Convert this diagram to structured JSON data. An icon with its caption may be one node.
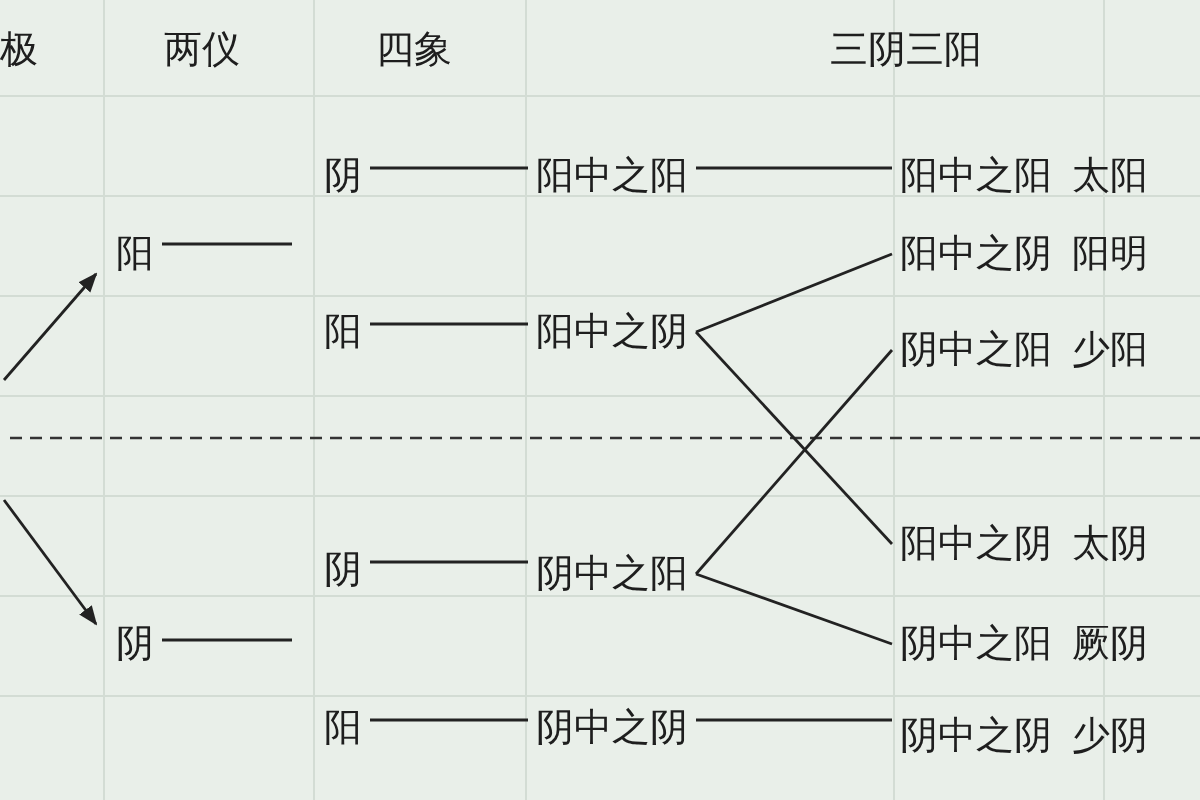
{
  "diagram": {
    "nodes": [
      {
        "text": [
          "阳"
        ]
      },
      {
        "text": [
          "阴"
        ]
      },
      {
        "text": [
          "阳中之阳"
        ]
      },
      {
        "text": [
          "阳中之阳"
        ],
        "beside": [
          "太阳"
        ]
      },
      {
        "text": [
          "阳中之阴"
        ],
        "beside": [
          "阳明"
        ]
      },
      {
        "text": [
          "阳"
        ]
      },
      {
        "text": [
          "阳中之阴"
        ]
      },
      {
        "text": [
          "阴中之阳"
        ],
        "beside": [
          "少阳"
        ]
      },
      {
        "text": [
          "阳中之阴"
        ],
        "beside": [
          "太阴"
        ]
      },
      {
        "text": [
          "阴"
        ]
      },
      {
        "text": [
          "阴"
        ]
      },
      {
        "text": [
          "阴中之阳"
        ]
      },
      {
        "text": [
          "阴中之阳"
        ],
        "beside": [
          "厥阴"
        ]
      },
      {
        "text": [
          "阳"
        ]
      },
      {
        "text": [
          "阴中之阴"
        ]
      },
      {
        "text": [
          "阴中之阴"
        ],
        "beside": [
          "少阴"
        ]
      }
    ],
    "edges": [
      {
        "from": null,
        "to": 0,
        "arrow": "to"
      },
      {
        "from": null,
        "to": 9,
        "arrow": "to"
      },
      {
        "from": 0,
        "to": null,
        "arrow": "none"
      },
      {
        "from": 9,
        "to": null,
        "arrow": "none"
      },
      {
        "from": 1,
        "to": 2,
        "arrow": "none"
      },
      {
        "from": 5,
        "to": 6,
        "arrow": "none"
      },
      {
        "from": 10,
        "to": 11,
        "arrow": "none"
      },
      {
        "from": 13,
        "to": 14,
        "arrow": "none"
      },
      {
        "from": 2,
        "to": 3,
        "arrow": "none"
      },
      {
        "from": 6,
        "to": 4,
        "arrow": "none"
      },
      {
        "from": 6,
        "to": 8,
        "arrow": "none"
      },
      {
        "from": 11,
        "to": 7,
        "arrow": "none"
      },
      {
        "from": 11,
        "to": 12,
        "arrow": "none"
      },
      {
        "from": 14,
        "to": 15,
        "arrow": "none"
      }
    ],
    "labels": [
      "极",
      "两仪",
      "四象",
      "三阴三阳"
    ]
  }
}
